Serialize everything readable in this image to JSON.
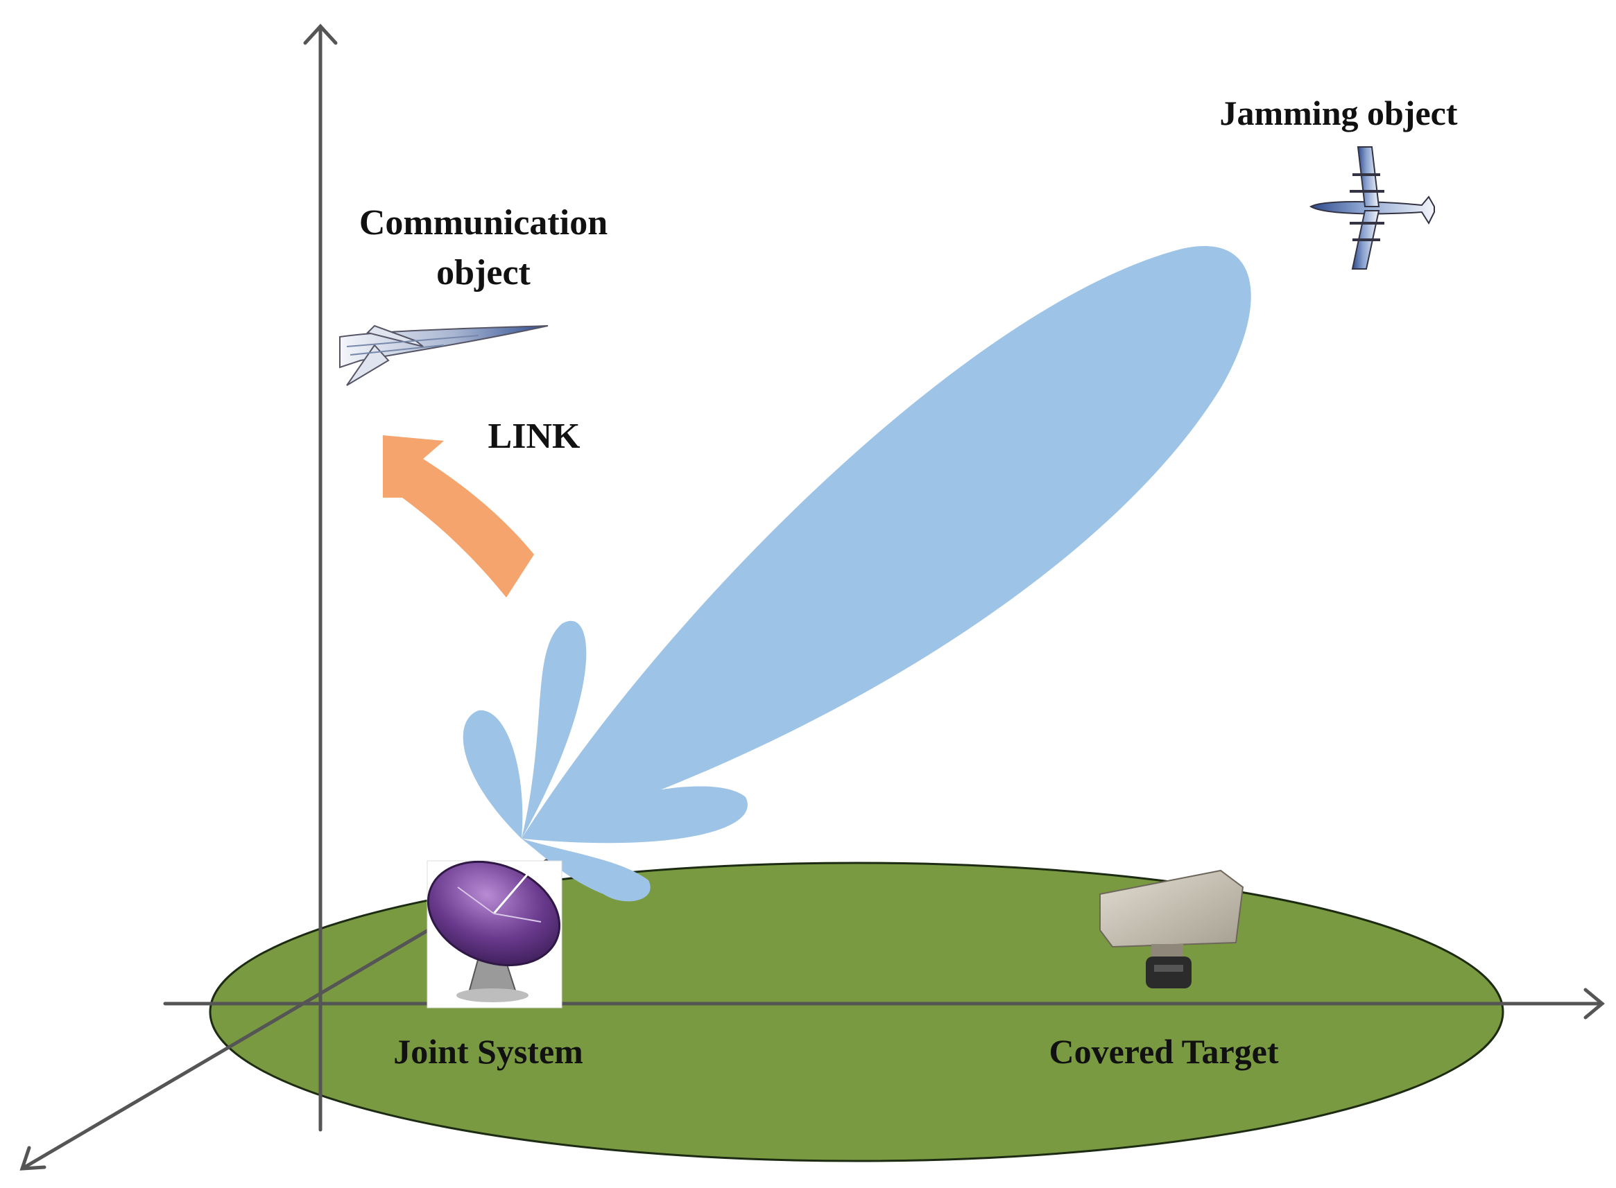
{
  "labels": {
    "jamming_object": "Jamming object",
    "communication_object_line1": "Communication",
    "communication_object_line2": "object",
    "link": "LINK",
    "joint_system": "Joint System",
    "covered_target": "Covered Target"
  },
  "icons": {
    "communication_aircraft": "jet-aircraft-icon",
    "jamming_aircraft": "transport-aircraft-icon",
    "joint_system": "satellite-dish-icon",
    "covered_target": "radar-panel-icon"
  },
  "colors": {
    "ground": "#7a9a42",
    "beam": "#9dc3e6",
    "link_arrow": "#f4a46c",
    "axes": "#555555",
    "dish": "#6a3a8e"
  }
}
